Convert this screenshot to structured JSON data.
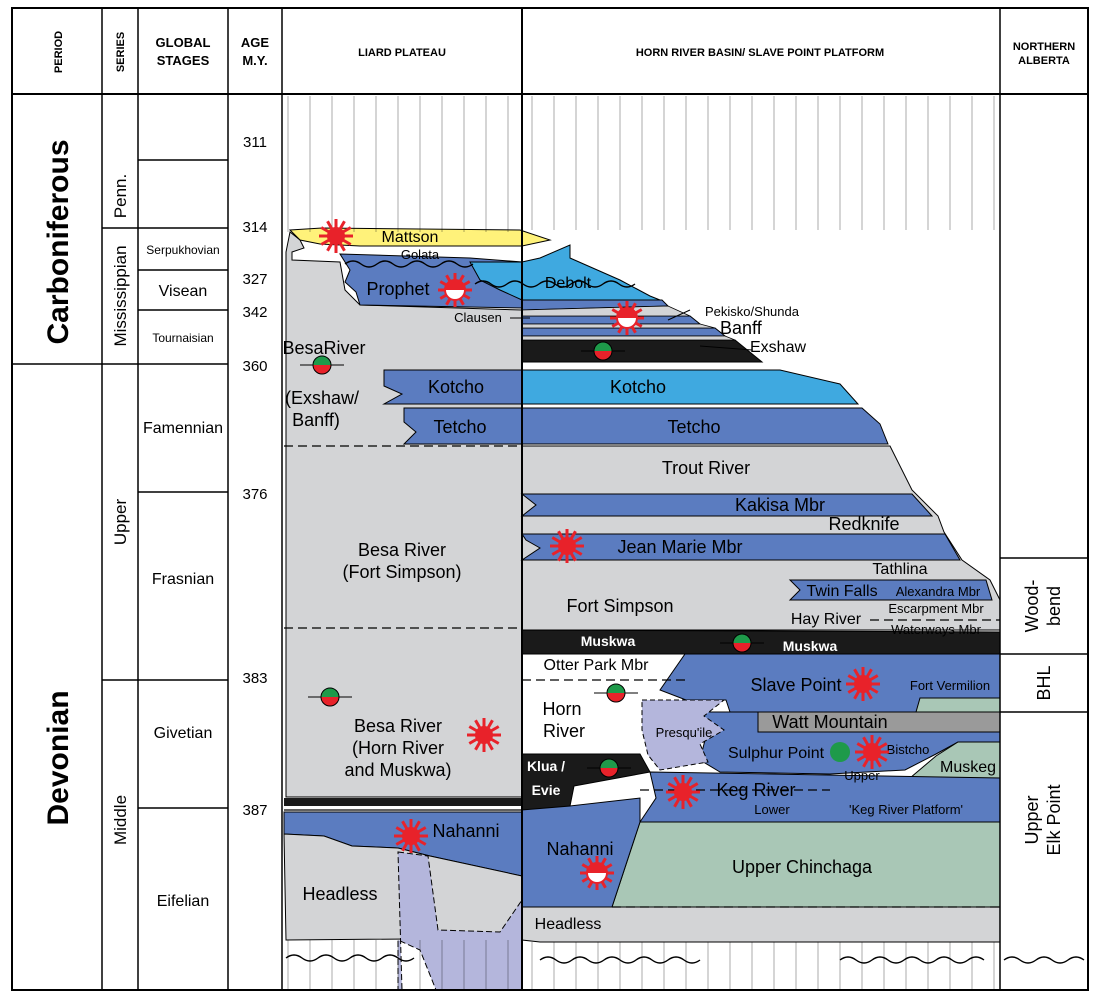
{
  "headers": {
    "period": "PERIOD",
    "series": "SERIES",
    "global_stages": [
      "GLOBAL",
      "STAGES"
    ],
    "age": [
      "AGE",
      "M.Y."
    ],
    "liard": "LIARD PLATEAU",
    "horn": "HORN RIVER BASIN/ SLAVE POINT PLATFORM",
    "northern": [
      "NORTHERN",
      "ALBERTA"
    ]
  },
  "periods": [
    "Carboniferous",
    "Devonian"
  ],
  "series": [
    "Penn.",
    "Mississippian",
    "Upper",
    "Middle"
  ],
  "stages": [
    "Serpukhovian",
    "Visean",
    "Tournaisian",
    "Famennian",
    "Frasnian",
    "Givetian",
    "Eifelian"
  ],
  "ages": [
    "311",
    "314",
    "327",
    "342",
    "360",
    "376",
    "383",
    "387"
  ],
  "liard": {
    "mattson": "Mattson",
    "golata": "Golata",
    "prophet": "Prophet",
    "clausen": "Clausen",
    "besariver_top": [
      "BesaRiver",
      "(Exshaw/",
      "Banff)"
    ],
    "kotcho": "Kotcho",
    "tetcho": "Tetcho",
    "besa_fort_simpson": [
      "Besa River",
      "(Fort Simpson)"
    ],
    "besa_horn_muskwa": [
      "Besa River",
      "(Horn River",
      "and Muskwa)"
    ],
    "nahanni": "Nahanni",
    "headless": "Headless"
  },
  "horn": {
    "debolt": "Debolt",
    "pekisko": "Pekisko/Shunda",
    "banff": "Banff",
    "exshaw": "Exshaw",
    "kotcho": "Kotcho",
    "tetcho": "Tetcho",
    "trout_river": "Trout River",
    "kakisa": "Kakisa Mbr",
    "redknife": "Redknife",
    "jean_marie": "Jean Marie Mbr",
    "tathlina": "Tathlina",
    "twin_falls": "Twin Falls",
    "alexandra": "Alexandra Mbr",
    "fort_simpson": "Fort Simpson",
    "hay_river": "Hay River",
    "escarpment": "Escarpment Mbr",
    "waterways": "Waterways Mbr",
    "muskwa_left": "Muskwa",
    "muskwa_right": "Muskwa",
    "otter_park": "Otter Park Mbr",
    "horn_river": [
      "Horn",
      "River"
    ],
    "presquile": "Presqu'ile",
    "slave_point": "Slave Point",
    "fort_vermilion": "Fort Vermilion",
    "watt_mountain": "Watt Mountain",
    "sulphur_point": "Sulphur Point",
    "bistcho": "Bistcho",
    "upper": "Upper",
    "muskeg": "Muskeg",
    "klua_evie": [
      "Klua /",
      "Evie"
    ],
    "keg_river": "Keg River",
    "lower": "Lower",
    "keg_platform": "'Keg River Platform'",
    "nahanni": "Nahanni",
    "upper_chinchaga": "Upper Chinchaga",
    "headless": "Headless"
  },
  "northern": {
    "woodbend": [
      "Wood-",
      "bend"
    ],
    "bhl": "BHL",
    "elk_point": [
      "Upper",
      "Elk Point"
    ]
  },
  "colors": {
    "shale_gray": "#d3d4d6",
    "carbonate_blue": "#5b7cc0",
    "light_blue": "#3fa9e0",
    "sand_yellow": "#fff27a",
    "green_gray": "#a9c7b6",
    "lavender": "#b4b6dc",
    "dark_gray": "#9a9a9a",
    "black": "#1a1a1a",
    "symbol_red": "#e8222a",
    "symbol_green": "#1e9a4a"
  }
}
